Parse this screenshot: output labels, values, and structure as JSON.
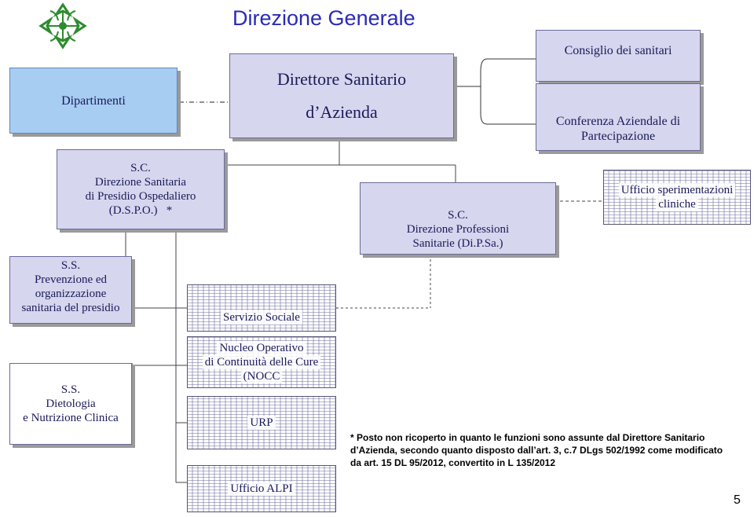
{
  "header": {
    "title": "Direzione Generale"
  },
  "boxes": {
    "dipartimenti": "Dipartimenti",
    "direttore_l1": "Direttore Sanitario",
    "direttore_l2": "d’Azienda",
    "consiglio": "Consiglio dei sanitari",
    "conferenza_l1": "Conferenza Aziendale di",
    "conferenza_l2": "Partecipazione",
    "sc_dir_san": [
      "S.C.",
      "Direzione Sanitaria",
      "di Presidio Ospedaliero",
      "(D.S.P.O.)   *"
    ],
    "sc_prof": [
      "S.C.",
      "Direzione Professioni",
      "Sanitarie (Di.P.Sa.)"
    ],
    "ufficio_sper": [
      "Ufficio sperimentazioni",
      "cliniche"
    ],
    "ss_prev": [
      "S.S.",
      "Prevenzione ed",
      "organizzazione",
      "sanitaria del presidio"
    ],
    "servizio_sociale": "Servizio Sociale",
    "ss_diet": [
      "S.S.",
      "Dietologia",
      "e Nutrizione  Clinica"
    ],
    "nocc": [
      "Nucleo Operativo",
      "di Continuità delle Cure",
      "(NOCC"
    ],
    "urp": "URP",
    "alpi": "Ufficio ALPI"
  },
  "footnote": [
    "* Posto non ricoperto in quanto le funzioni sono assunte dal Direttore Sanitario",
    "d’Azienda, secondo quanto disposto dall’art. 3, c.7 DLgs 502/1992 come modificato",
    "da art. 15 DL 95/2012, convertito in L 135/2012"
  ],
  "page_number": "5",
  "logo": {
    "description_icon": "green-cross-emblem-icon",
    "color": "#2e8b2e"
  },
  "colors": {
    "title": "#2a2ab8",
    "box_lavender": "#d6d6ee",
    "box_blue": "#a7cdf2",
    "text": "#1a1a5a"
  }
}
